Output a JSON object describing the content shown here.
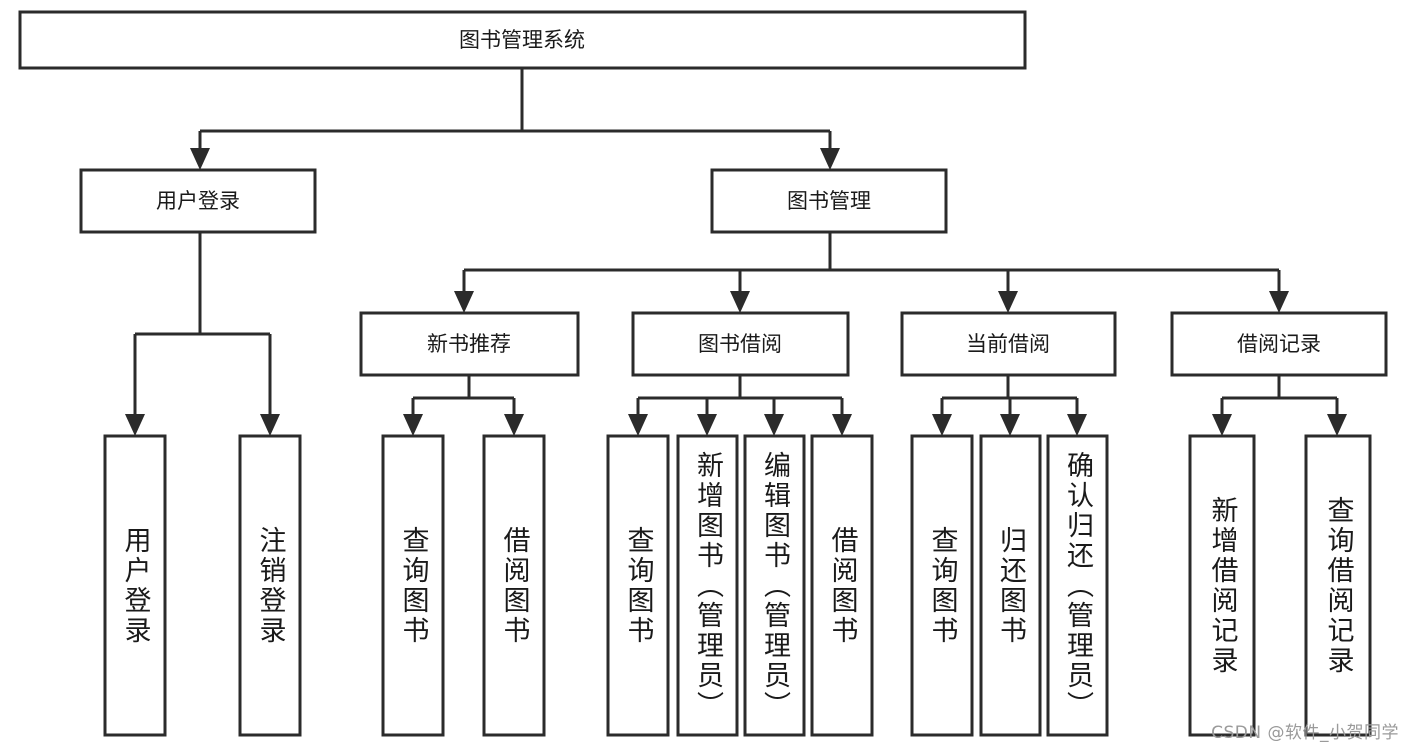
{
  "diagram": {
    "title": "图书管理系统",
    "type": "tree-hierarchy-chart",
    "colors": {
      "stroke": "#2b2b2b",
      "fill": "#ffffff",
      "text": "#1a1a1a",
      "watermark": "#9a9a9a"
    },
    "root": {
      "label": "图书管理系统"
    },
    "level2": [
      {
        "label": "用户登录"
      },
      {
        "label": "图书管理"
      }
    ],
    "level3": [
      {
        "label": "新书推荐"
      },
      {
        "label": "图书借阅"
      },
      {
        "label": "当前借阅"
      },
      {
        "label": "借阅记录"
      }
    ],
    "leaves": {
      "user_login": [
        {
          "label": "用户登录"
        },
        {
          "label": "注销登录"
        }
      ],
      "new_book_recommend": [
        {
          "label": "查询图书"
        },
        {
          "label": "借阅图书"
        }
      ],
      "book_borrow": [
        {
          "label": "查询图书"
        },
        {
          "label": "新增图书（管理员）"
        },
        {
          "label": "编辑图书（管理员）"
        },
        {
          "label": "借阅图书"
        }
      ],
      "current_borrow": [
        {
          "label": "查询图书"
        },
        {
          "label": "归还图书"
        },
        {
          "label": "确认归还（管理员）"
        }
      ],
      "borrow_records": [
        {
          "label": "新增借阅记录"
        },
        {
          "label": "查询借阅记录"
        }
      ]
    }
  },
  "watermark": {
    "text": "CSDN @软件_小贺同学"
  }
}
